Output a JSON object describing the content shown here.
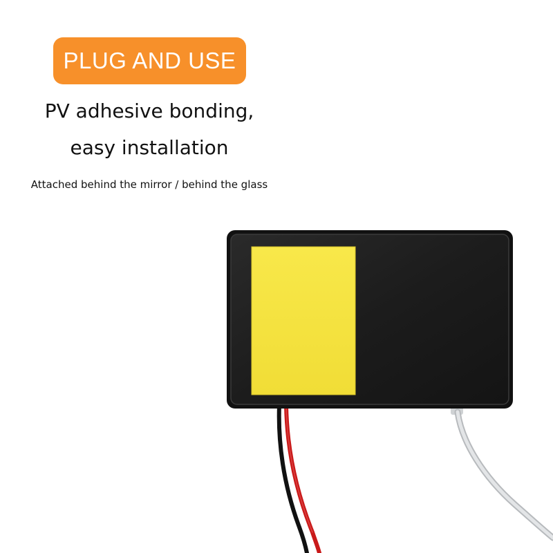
{
  "badge": {
    "label": "PLUG AND USE",
    "color": "#f7902a"
  },
  "headline": {
    "line1": "PV adhesive bonding,",
    "line2": "easy installation"
  },
  "subline": "Attached behind the mirror / behind the glass",
  "product": {
    "housing_color": "#1e1e1e",
    "pad_color": "#f5e43d",
    "wire_colors": [
      "#111111",
      "#c91a1a",
      "#d2d5d8"
    ]
  }
}
